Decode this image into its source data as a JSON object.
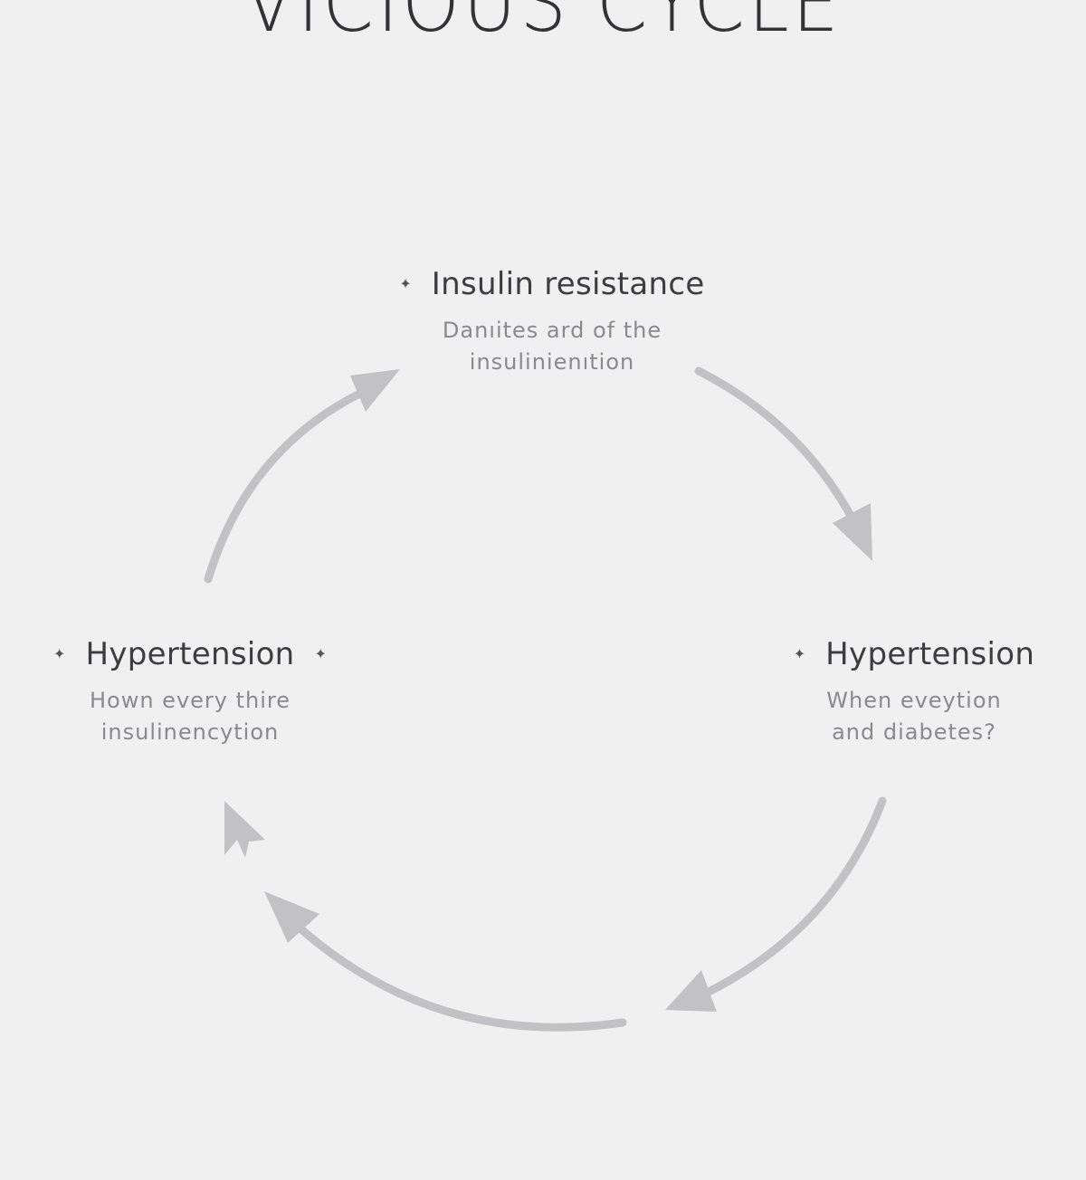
{
  "title": "VICIOUS CYCLE",
  "nodes": [
    {
      "label": "Insulin resistance",
      "desc_lines": [
        "Danıites ard of the",
        "insulinienıtion"
      ],
      "bullet": "✦"
    },
    {
      "label": "Hypertension",
      "desc_lines": [
        "When eveytion",
        "and diabetes?"
      ],
      "bullet": "✦"
    },
    {
      "label": "Hypertension",
      "desc_lines": [
        "Hown every thire",
        "insulinencytion"
      ],
      "bullet": "✦"
    }
  ],
  "colors": {
    "background": "#f0f0f0",
    "arrow": "#c2c2c4",
    "heading": "#333336",
    "label": "#3d3d40",
    "description": "#8a8a8e"
  }
}
